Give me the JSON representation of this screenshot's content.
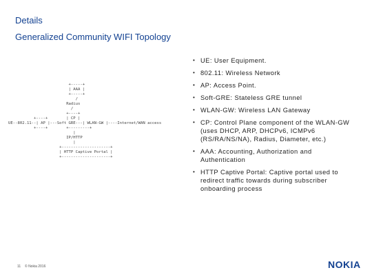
{
  "header": {
    "title": "Details",
    "subtitle": "Generalized Community WIFI Topology"
  },
  "diagram": {
    "lines": [
      "                          +-----+",
      "                          | AAA |",
      "                          +-----+",
      "                             /",
      "                         Radius",
      "                           /",
      "                         +----+",
      "           +----+        | CP |",
      "UE--802.11--| AP |---Soft GRE---| WLAN-GW |----Internet/WAN access",
      "           +----+        +---------+",
      "                            |",
      "                         IP/HTTP",
      "                            |",
      "                      +---------------------+",
      "                      | HTTP Captive Portal |",
      "                      +---------------------+"
    ]
  },
  "bullets": [
    "UE: User Equipment.",
    "802.11: Wireless Network",
    "AP: Access Point.",
    "Soft-GRE: Stateless GRE tunnel",
    "WLAN-GW: Wireless LAN Gateway",
    "CP: Control Plane component of the WLAN-GW (uses DHCP, ARP, DHCPv6, ICMPv6 (RS/RA/NS/NA), Radius, Diameter, etc.)",
    "AAA: Accounting, Authorization and Authentication",
    "HTTP Captive Portal: Captive portal used to redirect traffic towards during subscriber onboarding process"
  ],
  "footer": {
    "page": "11",
    "copyright": "© Nokia 2016",
    "logo": "NOKIA"
  }
}
